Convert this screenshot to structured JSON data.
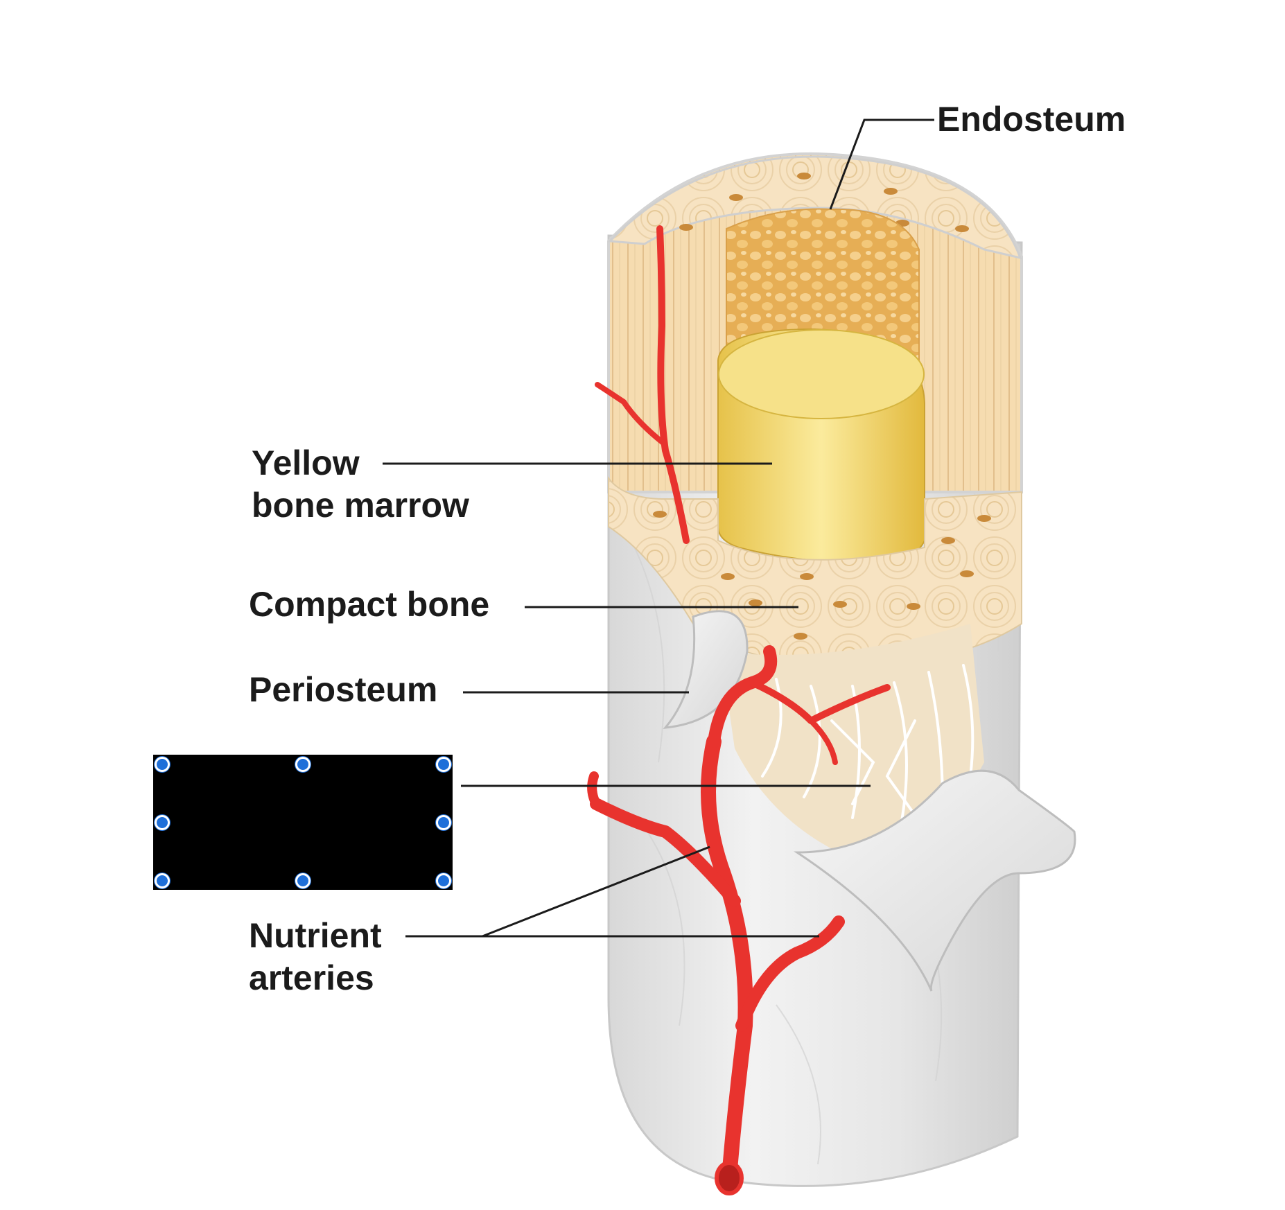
{
  "labels": {
    "endosteum": "Endosteum",
    "yellow_marrow_line1": "Yellow",
    "yellow_marrow_line2": "bone marrow",
    "compact_bone": "Compact bone",
    "periosteum": "Periosteum",
    "nutrient_line1": "Nutrient",
    "nutrient_line2": "arteries"
  },
  "redaction_box": {
    "fill": "#000000",
    "handle_color": "#1e6fd9",
    "handle_count": 8
  },
  "colors": {
    "artery": "#e8332e",
    "compact_bone": "#f4d9ad",
    "spongy_bone": "#e9b65d",
    "marrow": "#f3da6a",
    "periosteum": "#e7e7e7"
  }
}
